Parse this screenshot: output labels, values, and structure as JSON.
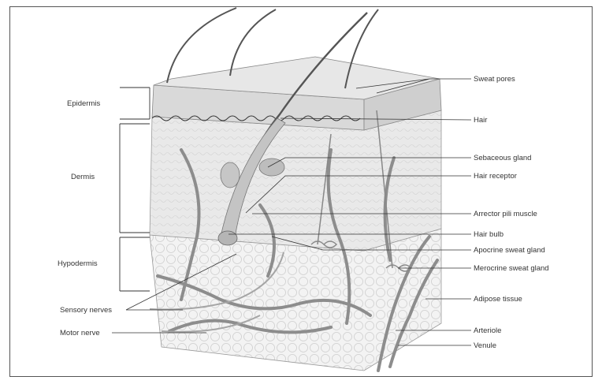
{
  "diagram": {
    "layers": [
      {
        "id": "epidermis",
        "label": "Epidermis"
      },
      {
        "id": "dermis",
        "label": "Dermis"
      },
      {
        "id": "hypodermis",
        "label": "Hypodermis"
      }
    ],
    "left_labels": [
      {
        "id": "sensory-nerves",
        "label": "Sensory nerves"
      },
      {
        "id": "motor-nerve",
        "label": "Motor nerve"
      }
    ],
    "right_labels": [
      {
        "id": "sweat-pores",
        "label": "Sweat pores"
      },
      {
        "id": "hair",
        "label": "Hair"
      },
      {
        "id": "sebaceous-gland",
        "label": "Sebaceous gland"
      },
      {
        "id": "hair-receptor",
        "label": "Hair receptor"
      },
      {
        "id": "arrector-pili-muscle",
        "label": "Arrector pili muscle"
      },
      {
        "id": "hair-bulb",
        "label": "Hair bulb"
      },
      {
        "id": "apocrine-sweat-gland",
        "label": "Apocrine sweat gland"
      },
      {
        "id": "merocrine-sweat-gland",
        "label": "Merocrine sweat gland"
      },
      {
        "id": "adipose-tissue",
        "label": "Adipose tissue"
      },
      {
        "id": "arteriole",
        "label": "Arteriole"
      },
      {
        "id": "venule",
        "label": "Venule"
      }
    ]
  }
}
